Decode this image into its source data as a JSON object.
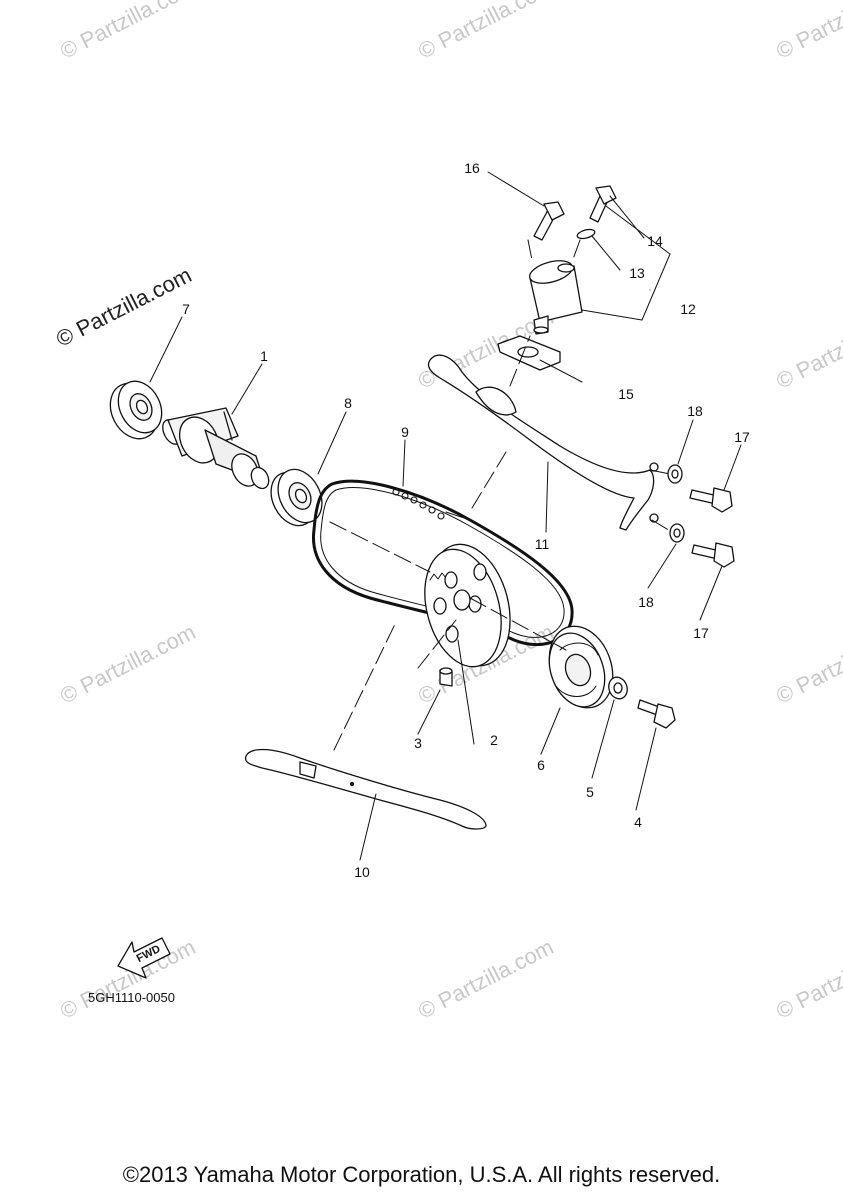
{
  "watermark_text": "© Partzilla.com",
  "main_watermark": "© Partzilla.com",
  "callouts": [
    {
      "id": "1",
      "label": "1"
    },
    {
      "id": "2",
      "label": "2"
    },
    {
      "id": "3",
      "label": "3"
    },
    {
      "id": "4",
      "label": "4"
    },
    {
      "id": "5",
      "label": "5"
    },
    {
      "id": "6",
      "label": "6"
    },
    {
      "id": "7",
      "label": "7"
    },
    {
      "id": "8",
      "label": "8"
    },
    {
      "id": "9",
      "label": "9"
    },
    {
      "id": "10",
      "label": "10"
    },
    {
      "id": "11",
      "label": "11"
    },
    {
      "id": "12",
      "label": "12"
    },
    {
      "id": "13",
      "label": "13"
    },
    {
      "id": "14",
      "label": "14"
    },
    {
      "id": "15",
      "label": "15"
    },
    {
      "id": "16",
      "label": "16"
    },
    {
      "id": "17a",
      "label": "17"
    },
    {
      "id": "17b",
      "label": "17"
    },
    {
      "id": "18a",
      "label": "18"
    },
    {
      "id": "18b",
      "label": "18"
    }
  ],
  "fwd_label": "FWD",
  "diagram_code": "5GH1110-0050",
  "copyright": "©2013 Yamaha Motor Corporation, U.S.A. All rights reserved."
}
